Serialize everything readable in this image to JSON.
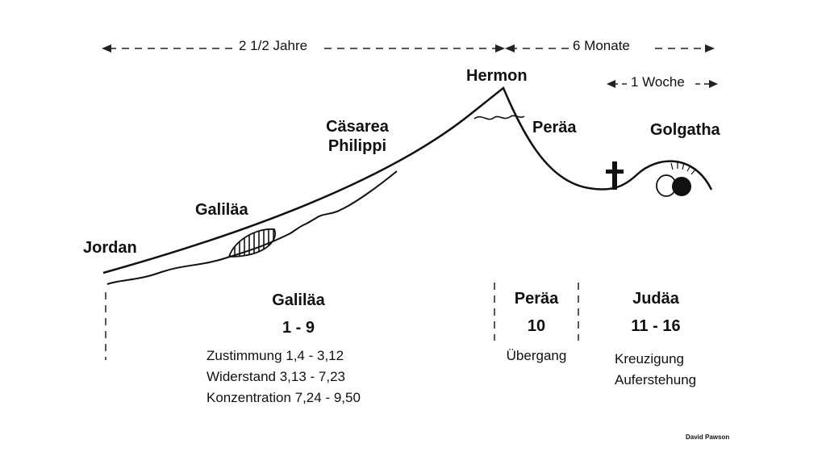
{
  "timeline": {
    "span_left": "2 1/2 Jahre",
    "span_right": "6 Monate",
    "span_week": "1 Woche"
  },
  "places": {
    "jordan": "Jordan",
    "galilaea": "Galiläa",
    "caesarea_line1": "Cäsarea",
    "caesarea_line2": "Philippi",
    "hermon": "Hermon",
    "peraea": "Peräa",
    "golgatha": "Golgatha"
  },
  "sections": [
    {
      "region": "Galiläa",
      "chapters": "1 - 9",
      "notes": [
        "Zustimmung 1,4 - 3,12",
        "Widerstand 3,13 - 7,23",
        "Konzentration 7,24 - 9,50"
      ]
    },
    {
      "region": "Peräa",
      "chapters": "10",
      "notes": [
        "Übergang"
      ]
    },
    {
      "region": "Judäa",
      "chapters": "11 - 16",
      "notes": [
        "Kreuzigung",
        "Auferstehung"
      ]
    }
  ],
  "credit": "David Pawson"
}
